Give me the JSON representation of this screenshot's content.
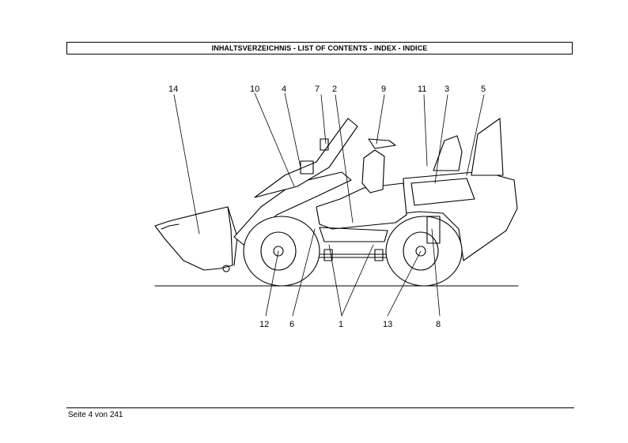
{
  "header": {
    "title": "INHALTSVERZEICHNIS - LIST OF CONTENTS - INDEX - INDICE"
  },
  "figure": {
    "callouts": [
      "14",
      "10",
      "4",
      "7",
      "2",
      "9",
      "11",
      "3",
      "5",
      "12",
      "6",
      "1",
      "13",
      "8"
    ]
  },
  "footer": {
    "page_label": "Seite 4 von 241"
  }
}
